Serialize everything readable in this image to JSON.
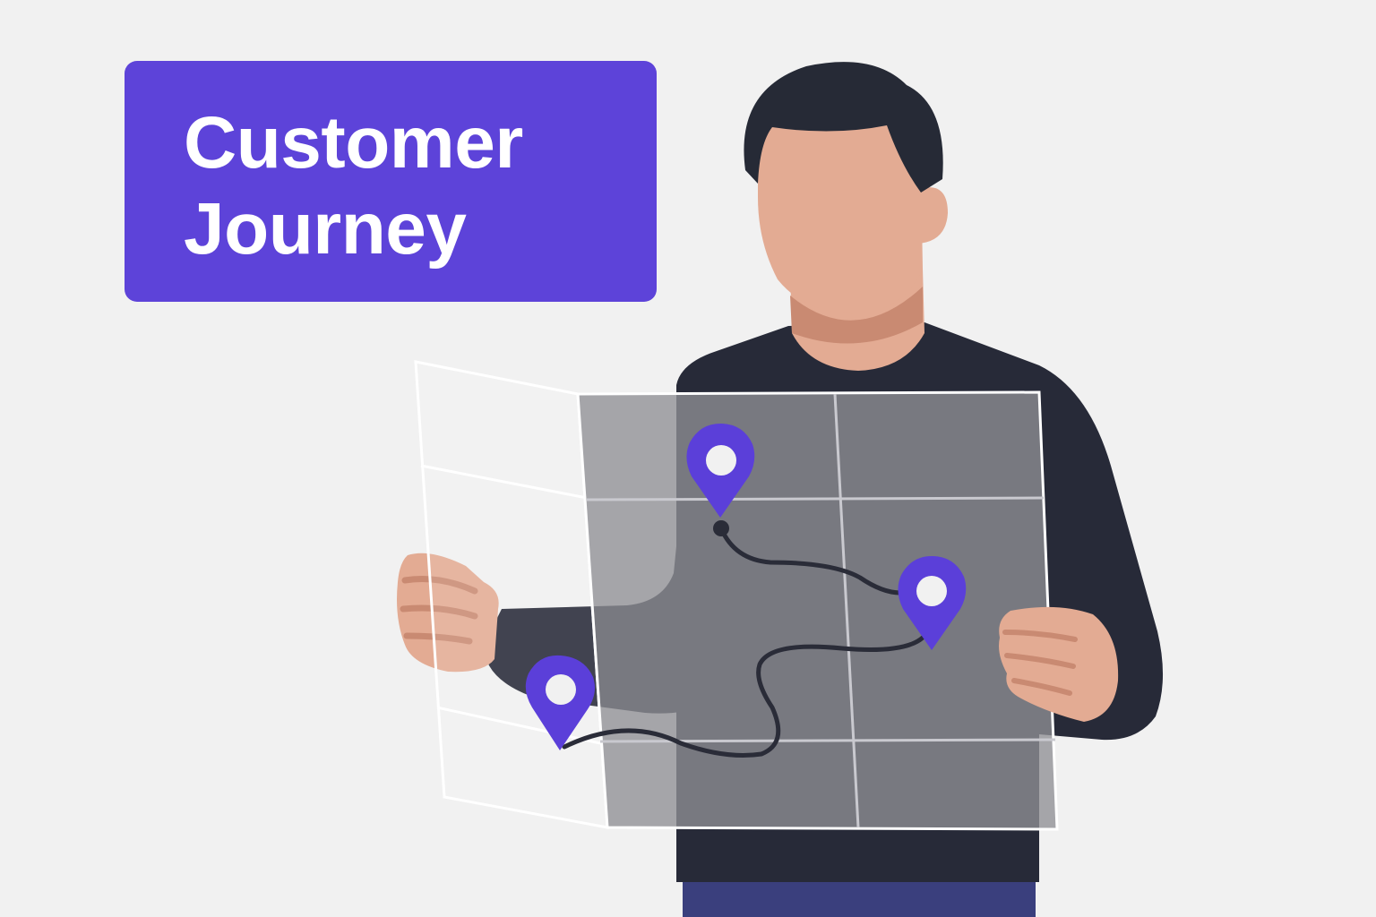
{
  "title": {
    "line1": "Customer",
    "line2": "Journey"
  },
  "colors": {
    "background": "#f1f1f1",
    "accent": "#5d43d9",
    "pin": "#5b3fd9",
    "skin": "#e3ab93",
    "hair": "#262a36",
    "sweater": "#272a38",
    "pants": "#3a3f7d",
    "route": "#2a2c38"
  },
  "illustration": {
    "subject": "person-holding-map",
    "map_pins": [
      "start-pin",
      "midpoint-pin",
      "destination-pin"
    ],
    "icons": [
      "map-pin-icon",
      "route-path"
    ]
  }
}
